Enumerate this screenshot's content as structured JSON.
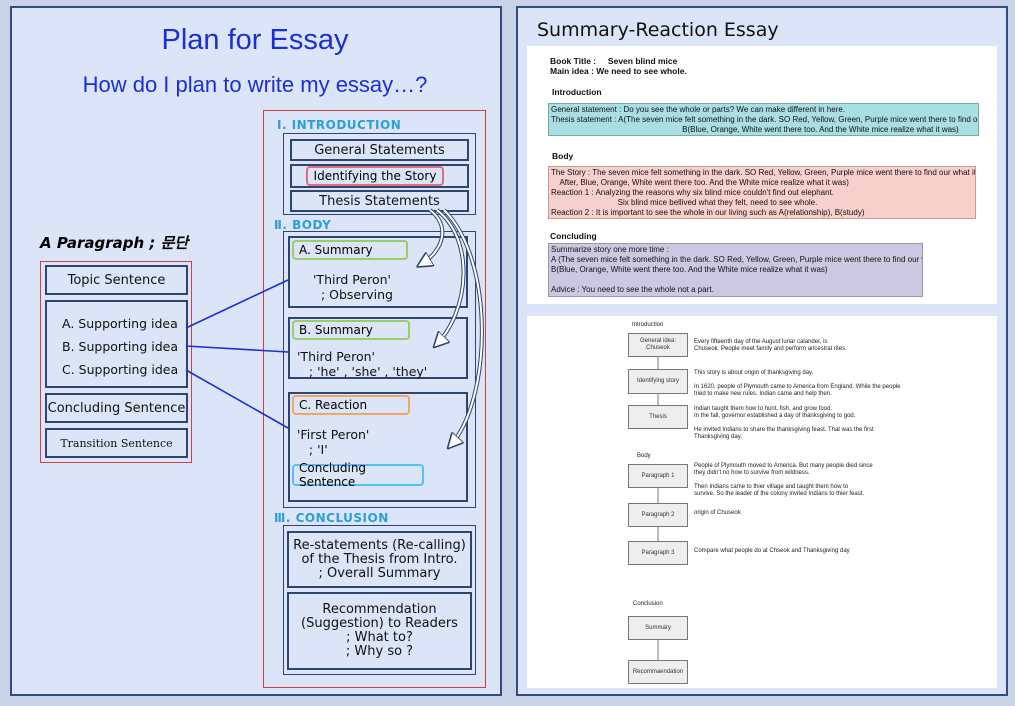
{
  "left": {
    "title": "Plan for Essay",
    "subtitle": "How do I plan to write my essay…?",
    "paragraph_heading": "A Paragraph ; 문단",
    "paragraph_items": [
      "Topic Sentence",
      "A. Supporting idea",
      "B. Supporting idea",
      "C. Supporting idea",
      "Concluding Sentence",
      "Transition Sentence"
    ],
    "intro": {
      "heading": "Ⅰ. INTRODUCTION",
      "items": [
        "General Statements",
        "Identifying the Story",
        "Thesis Statements"
      ]
    },
    "body": {
      "heading": "Ⅱ. BODY",
      "a_label": "A.   Summary",
      "a_text": "'Third Peron'\n  ; Observing",
      "b_label": "B. Summary",
      "b_text": "'Third Peron'\n   ; 'he' , 'she' , 'they'",
      "c_label": "C. Reaction",
      "c_text": "'First Peron'\n   ; 'I'",
      "concluding": "Concluding Sentence"
    },
    "conclusion": {
      "heading": "Ⅲ. CONCLUSION",
      "restatement": "Re-statements (Re-calling)\nof the Thesis from Intro.\n; Overall Summary",
      "recommendation": "Recommendation\n(Suggestion) to Readers\n; What to?\n; Why so ?"
    }
  },
  "right": {
    "title": "Summary-Reaction Essay",
    "doc1": {
      "book_title": "Book Title :     Seven blind mice",
      "main_idea": "Main idea : We need to see whole.",
      "intro_head": "Introduction",
      "intro_text": "General statement : Do you see the whole or parts? We can make different in here.\nThesis statement : A(The seven mice felt something in the dark. SO Red, Yellow, Green, Purple mice went there to find our what it was.)\n                                                           B(Blue, Orange, White went there too. And the White mice realize what it was)",
      "body_head": "Body",
      "body_text": "The Story : The seven mice felt something in the dark. SO Red, Yellow, Green, Purple mice went there to find our what it was.\n    After, Blue, Orange, White went there too. And the White mice realize what it was)\nReaction 1 : Analyzing the reasons why six blind mice couldn't find out elephant.\n                              Six blind mice bellived what they felt, need to see whole.\nReaction 2 : It is important to see the whole in our living such as A(relationship), B(study)",
      "concl_head": "Concluding",
      "concl_text": "Summarize story one more time :\nA (The seven mice felt something in the dark. SO Red, Yellow, Green, Purple mice went there to find our what it was)\nB(Blue, Orange, White went there too. And the White mice realize what it was)\n\nAdvice : You need to see the whole not a part."
    },
    "doc2": {
      "intro_head": "Introduction",
      "box1": "General idea:\nChuseok",
      "text1": "Every fifteenth day of the August lunar calander, is\nChuseok. People meet family and perform ancestral rites.",
      "box2": "Identifying story",
      "text2": "This story is about origin of thanksgiving day.\n\nIn 1620, people of Plymouth came to America from England. While the people\ntried to make new rules. Indian came and help then.",
      "box3": "Thesis",
      "text3": "Indian taught them how to hunt, fish, and grow food.\nIn the fall, governor established a day of thanksgiving to god.\n\nHe invited Indians to share the thanksgiving feast. That was the first\nThanksgiving day.",
      "body_head": "Body",
      "box4": "Paragraph 1",
      "text4": "People of Plymouth moved to America. But many people died since\nthey didn't no how to survive from wildness.\n\nThen Indians came to thier village and taught them how to\nsurvive. So the leader of the colony invited Indians to thier feast.",
      "box5": "Paragraph 2",
      "text5": "origin of Chuseok",
      "box6": "Paragraph 3",
      "text6": "Compare what people do at Chseok and Thanksgiving day",
      "concl_head": "Conclusion",
      "box7": "Summary",
      "box8": "Recommaendation"
    }
  },
  "colors": {
    "title_blue": "#1a2fd6",
    "section_cyan": "#2aa0d6",
    "pink_highlight": "#e07080",
    "green_highlight": "#9ccc65",
    "orange_highlight": "#f0a860",
    "cyan_highlight": "#4fc3f7",
    "teal_box": "#a9dfe3",
    "pink_box": "#f7d0cb",
    "lavender_box": "#cdc8e2"
  }
}
